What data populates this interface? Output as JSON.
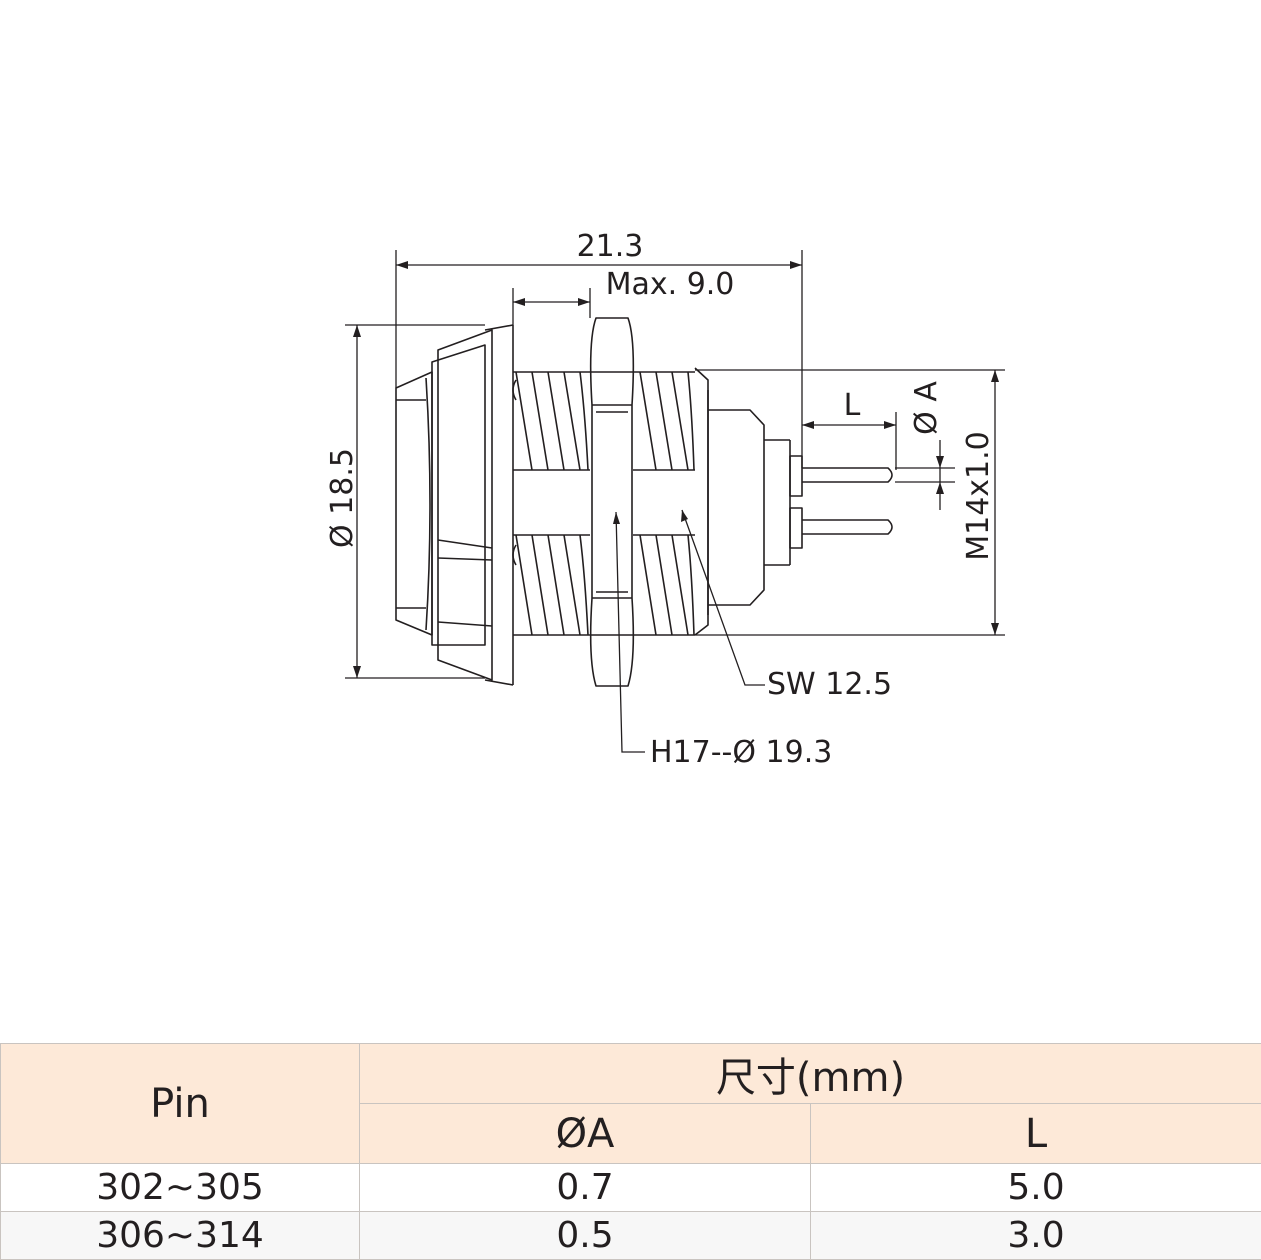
{
  "drawing": {
    "labels": {
      "overall_length": "21.3",
      "max_panel": "Max. 9.0",
      "flange_dia": "Ø 18.5",
      "pin_length": "L",
      "pin_dia": "Ø A",
      "thread": "M14x1.0",
      "wrench": "SW 12.5",
      "nut": "H17--Ø 19.3"
    }
  },
  "table": {
    "header_pin": "Pin",
    "header_dims": "尺寸(mm)",
    "header_a": "ØA",
    "header_l": "L",
    "rows": [
      {
        "pin": "302~305",
        "a": "0.7",
        "l": "5.0"
      },
      {
        "pin": "306~314",
        "a": "0.5",
        "l": "3.0"
      }
    ]
  },
  "colors": {
    "line": "#231f20",
    "header_bg": "#fde9d8",
    "border": "#c9c4c0"
  }
}
